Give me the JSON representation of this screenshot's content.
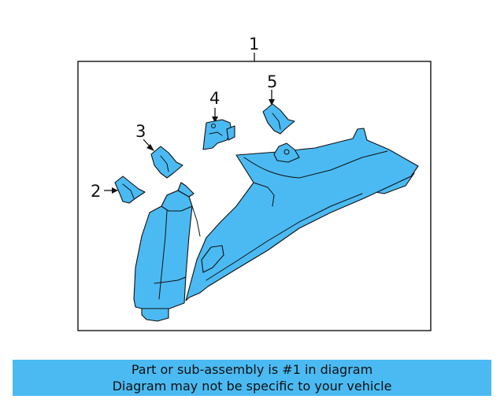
{
  "callouts": {
    "c1": "1",
    "c2": "2",
    "c3": "3",
    "c4": "4",
    "c5": "5"
  },
  "footer": {
    "line1": "Part or sub-assembly is #1 in diagram",
    "line2": "Diagram may not be specific to your vehicle"
  },
  "colors": {
    "part_fill": "#4bbaf2",
    "banner": "#4bbaf2",
    "outline": "#111111"
  }
}
